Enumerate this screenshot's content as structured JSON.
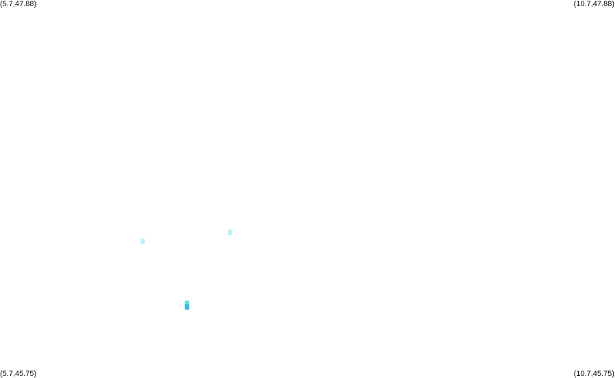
{
  "corners": {
    "top_left": "(5.7,47.88)",
    "top_right": "(10.7,47.88)",
    "bottom_left": "(5.7,45.75)",
    "bottom_right": "(10.7,45.75)"
  },
  "extent": {
    "lon_min": 5.7,
    "lon_max": 10.7,
    "lat_min": 45.75,
    "lat_max": 47.88
  },
  "colors": {
    "background": "#ffffff",
    "light_cyan": "#b3f3fb",
    "cyan": "#5ad9f2",
    "blue": "#2fb6ee"
  },
  "cells": [
    {
      "lon": 6.86,
      "lat": 46.52,
      "color": "light_cyan"
    },
    {
      "lon": 7.57,
      "lat": 46.57,
      "color": "light_cyan"
    },
    {
      "lon": 7.22,
      "lat": 46.17,
      "color": "cyan"
    },
    {
      "lon": 7.22,
      "lat": 46.15,
      "color": "blue"
    }
  ]
}
